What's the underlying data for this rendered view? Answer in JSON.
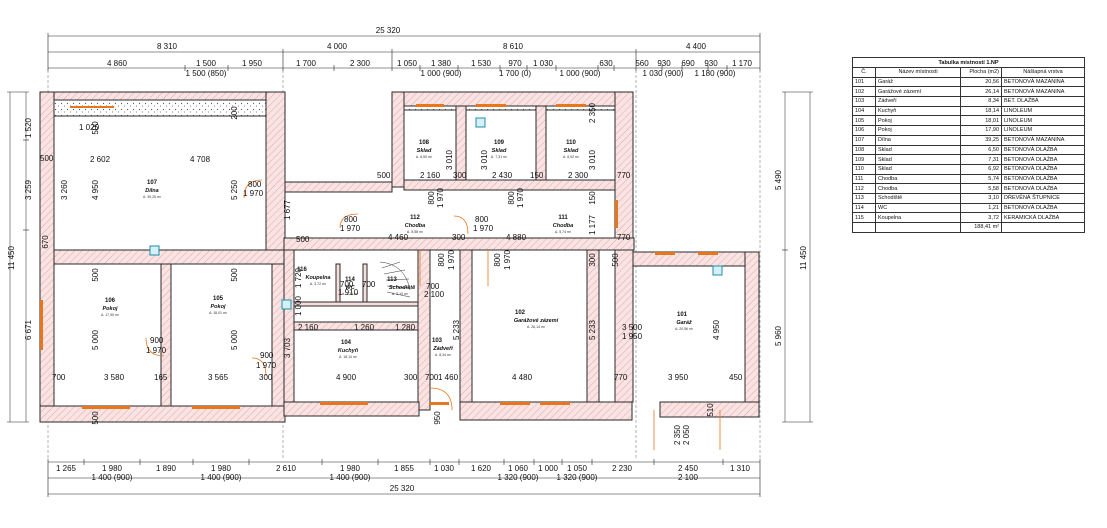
{
  "top_overall": "25 320",
  "top_row1": [
    "8 310",
    "4 000",
    "8 610",
    "4 400"
  ],
  "top_row2": [
    "4 860",
    "1 500",
    "1 950",
    "1 700",
    "2 300",
    "1 050",
    "1 380",
    "1 530",
    "970",
    "1 030",
    "630",
    "560",
    "930",
    "690",
    "930",
    "1 170"
  ],
  "top_openings": [
    "1 500 (850)",
    "1 000 (900)",
    "1 700 (0)",
    "1 000 (900)",
    "1 030 (900)",
    "1 180 (900)"
  ],
  "bottom_row1": [
    "1 265",
    "1 980",
    "1 890",
    "1 980",
    "2 610",
    "1 980",
    "1 855",
    "1 030",
    "1 620",
    "1 060",
    "1 000",
    "1 050",
    "2 230",
    "2 450",
    "1 310"
  ],
  "bottom_openings": [
    "1 400 (900)",
    "1 400 (900)",
    "1 400 (900)",
    "1 320 (900)",
    "1 320 (900)",
    "2 100"
  ],
  "bottom_overall": "25 320",
  "left_dims": [
    "1 520",
    "3 259",
    "11 450",
    "6 671"
  ],
  "right_dims": [
    "5 490",
    "11 450",
    "5 960"
  ],
  "interior_dims": {
    "d1020": "1 020",
    "d500a": "500",
    "d2602": "2 602",
    "d4708": "4 708",
    "d3260": "3 260",
    "d4950": "4 950",
    "d670": "670",
    "d200": "200",
    "d5250": "5 250",
    "d800a": "800",
    "d1970a": "1 970",
    "d1677": "1 677",
    "d2160a": "2 160",
    "d2430": "2 430",
    "d150a": "150",
    "d2300": "2 300",
    "d770a": "770",
    "d3010a": "3 010",
    "d3010b": "3 010",
    "d3010c": "3 010",
    "d300a": "300",
    "d300b": "300",
    "d500b": "500",
    "d800b": "800",
    "d1970b": "1 970",
    "d4460": "4 460",
    "d800c": "800",
    "d1970c": "1 970",
    "d4880": "4 880",
    "d1177": "1 177",
    "d770b": "770",
    "d500c": "500",
    "d500d": "500",
    "d1720": "1 720",
    "d1000": "1 000",
    "d700a": "700",
    "d700b": "700",
    "d700c": "700",
    "d1910": "1 910",
    "d2100a": "2 100",
    "d800d": "800",
    "d1970d": "1 970",
    "d800e": "800",
    "d1970e": "1 970",
    "d2160b": "2 160",
    "d1260": "1 260",
    "d1280": "1 280",
    "d5233a": "5 233",
    "d5233b": "5 233",
    "d3500": "3 500",
    "d1950": "1 950",
    "d4950b": "4 950",
    "d900a": "900",
    "d1970f": "1 970",
    "d900b": "900",
    "d1970g": "1 970",
    "d5000a": "5 000",
    "d5000b": "5 000",
    "d3703": "3 703",
    "d700d": "700",
    "d3580": "3 580",
    "d165": "165",
    "d3565": "3 565",
    "d300c": "300",
    "d4900": "4 900",
    "d300d": "300",
    "d700e": "700",
    "d1460": "1 460",
    "d4480": "4 480",
    "d770c": "770",
    "d3950": "3 950",
    "d450": "450",
    "d500e": "500",
    "d950": "950",
    "d510": "510",
    "d2350": "2 350",
    "d2050": "2 050",
    "d300e": "300",
    "d150b": "150"
  },
  "rooms": [
    {
      "num": "107",
      "name": "Dílna",
      "area": "A. 39,25 m²"
    },
    {
      "num": "108",
      "name": "Sklad",
      "area": "A. 6,50 m²"
    },
    {
      "num": "109",
      "name": "Sklad",
      "area": "A. 7,31 m²"
    },
    {
      "num": "110",
      "name": "Sklad",
      "area": "A. 6,92 m²"
    },
    {
      "num": "112",
      "name": "Chodba",
      "area": "A. 5,58 m²"
    },
    {
      "num": "111",
      "name": "Chodba",
      "area": "A. 5,74 m²"
    },
    {
      "num": "106",
      "name": "Pokoj",
      "area": "A. 17,90 m²"
    },
    {
      "num": "105",
      "name": "Pokoj",
      "area": "A. 18,01 m²"
    },
    {
      "num": "116",
      "name": "Koupelna",
      "area": "A. 3,72 m²"
    },
    {
      "num": "114",
      "name": "WC",
      "area": "A. 1,21 m²"
    },
    {
      "num": "113",
      "name": "Schodiště",
      "area": "A. 3,10 m²"
    },
    {
      "num": "104",
      "name": "Kuchyň",
      "area": "A. 18,14 m²"
    },
    {
      "num": "103",
      "name": "Zádveří",
      "area": "A. 8,34 m²"
    },
    {
      "num": "102",
      "name": "Garážové zázemí",
      "area": "A. 26,14 m²"
    },
    {
      "num": "101",
      "name": "Garáž",
      "area": "A. 20,56 m²"
    }
  ],
  "table": {
    "title": "Tabulka místností 1.NP",
    "headers": [
      "Č.",
      "Název místnosti",
      "Plocha (m2)",
      "Nášlapná vrstva"
    ],
    "rows": [
      [
        "101",
        "Garáž",
        "20,56",
        "BETONOVÁ MAZANINA"
      ],
      [
        "102",
        "Garážové zázemí",
        "26,14",
        "BETONOVÁ MAZANINA"
      ],
      [
        "103",
        "Zádveří",
        "8,34",
        "BET. DLAŽBA"
      ],
      [
        "104",
        "Kuchyň",
        "18,14",
        "LINOLEUM"
      ],
      [
        "105",
        "Pokoj",
        "18,01",
        "LINOLEUM"
      ],
      [
        "106",
        "Pokoj",
        "17,90",
        "LINOLEUM"
      ],
      [
        "107",
        "Dílna",
        "39,25",
        "BETONOVÁ MAZANINA"
      ],
      [
        "108",
        "Sklad",
        "6,50",
        "BETONOVÁ DLAŽBA"
      ],
      [
        "109",
        "Sklad",
        "7,31",
        "BETONOVÁ DLAŽBA"
      ],
      [
        "110",
        "Sklad",
        "6,92",
        "BETONOVÁ DLAŽBA"
      ],
      [
        "111",
        "Chodba",
        "5,74",
        "BETONOVÁ DLAŽBA"
      ],
      [
        "112",
        "Chodba",
        "5,58",
        "BETONOVÁ DLAŽBA"
      ],
      [
        "113",
        "Schodiště",
        "3,10",
        "DŘEVĚNÁ ŠTUPNICE"
      ],
      [
        "114",
        "WC",
        "1,21",
        "BETONOVÁ DLAŽBA"
      ],
      [
        "115",
        "Koupelna",
        "3,72",
        "KERAMICKÁ DLAŽBA"
      ]
    ],
    "total": "188,41 m²"
  },
  "colors": {
    "wall_fill": "#f7dede",
    "window": "#e8761c",
    "marker": "#1c8ea8"
  }
}
